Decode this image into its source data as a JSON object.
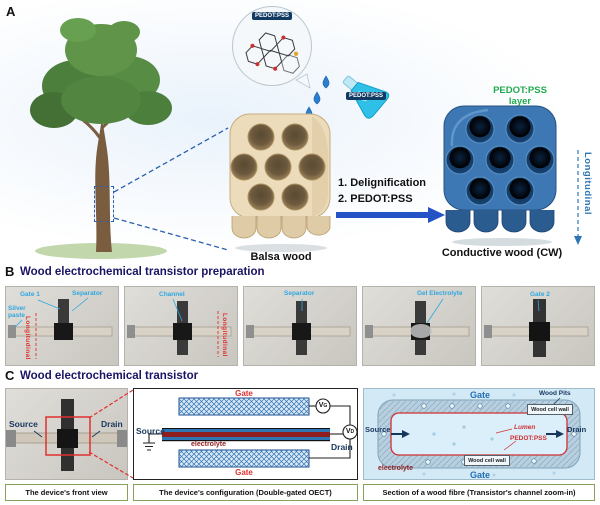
{
  "colors": {
    "accent_blue": "#2e75b6",
    "navy_title": "#1b1464",
    "cyan_label": "#2fa8e0",
    "red_label": "#e03030",
    "dark_red": "#8f1d1d",
    "green_label": "#1faa4e",
    "conductive_wood_blue": "#3d78b4",
    "balsa_cream": "#ecdcbb"
  },
  "panelA": {
    "letter": "A",
    "molecule_badge": "PEDOT:PSS",
    "flask_label": "PEDOT:PSS",
    "step1": "1. Delignification",
    "step2": "2. PEDOT:PSS",
    "balsa_caption": "Balsa wood",
    "cw_caption": "Conductive wood (CW)",
    "layer_label": "PEDOT:PSS layer",
    "longitudinal": "Longitudinal"
  },
  "panelB": {
    "letter": "B",
    "title": "Wood electrochemical transistor preparation",
    "photo1": {
      "gate": "Gate 1",
      "separator": "Separator",
      "silver": "Silver paste",
      "longitudinal": "Longitudinal"
    },
    "photo2": {
      "channel": "Channel",
      "longitudinal": "Longitudinal"
    },
    "photo3": {
      "separator": "Separator"
    },
    "photo4": {
      "electrolyte": "Gel Electrolyte"
    },
    "photo5": {
      "gate": "Gate 2"
    }
  },
  "panelC": {
    "letter": "C",
    "title": "Wood electrochemical transistor",
    "front": {
      "source": "Source",
      "drain": "Drain",
      "caption": "The device's front view"
    },
    "schematic": {
      "gate_top": "Gate",
      "gate_bottom": "Gate",
      "source": "Source",
      "drain": "Drain",
      "electrolyte": "electrolyte",
      "vg_main": "V",
      "vg_sub": "G",
      "vd_main": "V",
      "vd_sub": "D",
      "caption": "The device's configuration (Double-gated OECT)"
    },
    "zoom": {
      "gate_top": "Gate",
      "gate_bottom": "Gate",
      "wood_pits": "Wood Pits",
      "cell_wall_top": "Wood cell wall",
      "cell_wall_bottom": "Wood cell wall",
      "source": "Source",
      "drain": "Drain",
      "lumen": "Lumen",
      "pedot": "PEDOT:PSS",
      "electrolyte": "electrolyte",
      "caption": "Section of a wood fibre (Transistor's channel zoom-in)"
    }
  }
}
